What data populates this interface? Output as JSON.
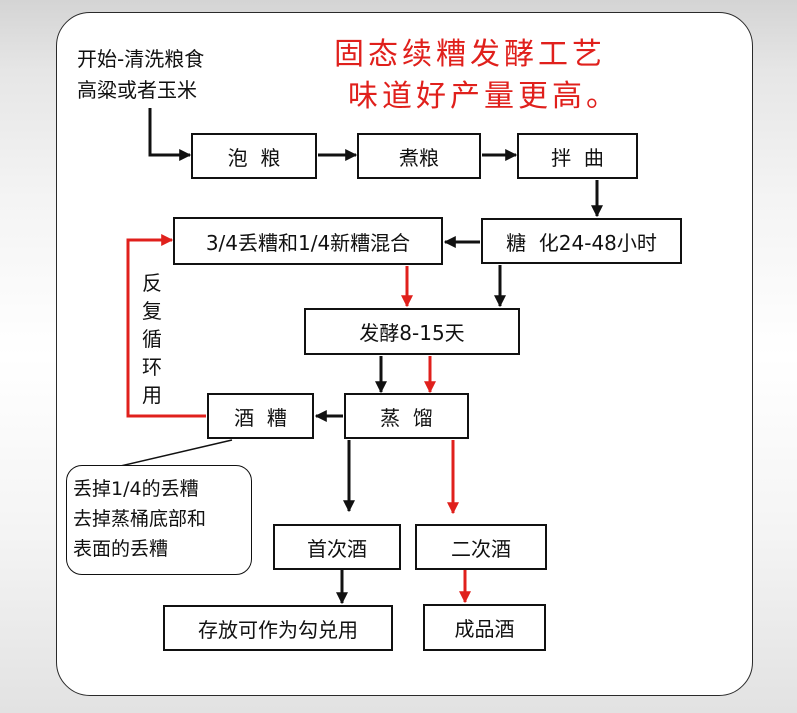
{
  "title": {
    "line1": "固态续糟发酵工艺",
    "line2": "味道好产量更高。"
  },
  "start": {
    "line1": "开始-清洗粮食",
    "line2": "高粱或者玉米"
  },
  "steps": {
    "soak": "泡  粮",
    "cook": "煮粮",
    "mix_qu": "拌  曲",
    "saccharify": "糖  化24-48小时",
    "blend": "3/4丢糟和1/4新糟混合",
    "ferment": "发酵8-15天",
    "distill": "蒸  馏",
    "spent_grain": "酒  糟",
    "first_liquor": "首次酒",
    "second_liquor": "二次酒",
    "store": "存放可作为勾兑用",
    "finished": "成品酒"
  },
  "loop_label": [
    "反",
    "复",
    "循",
    "环",
    "用"
  ],
  "note": {
    "line1": "丢掉1/4的丢糟",
    "line2": "去掉蒸桶底部和",
    "line3": "表面的丢糟"
  },
  "colors": {
    "title": "#e0201c",
    "red_arrow": "#e0201c",
    "black_arrow": "#111111",
    "frame": "#2a2a2a"
  }
}
